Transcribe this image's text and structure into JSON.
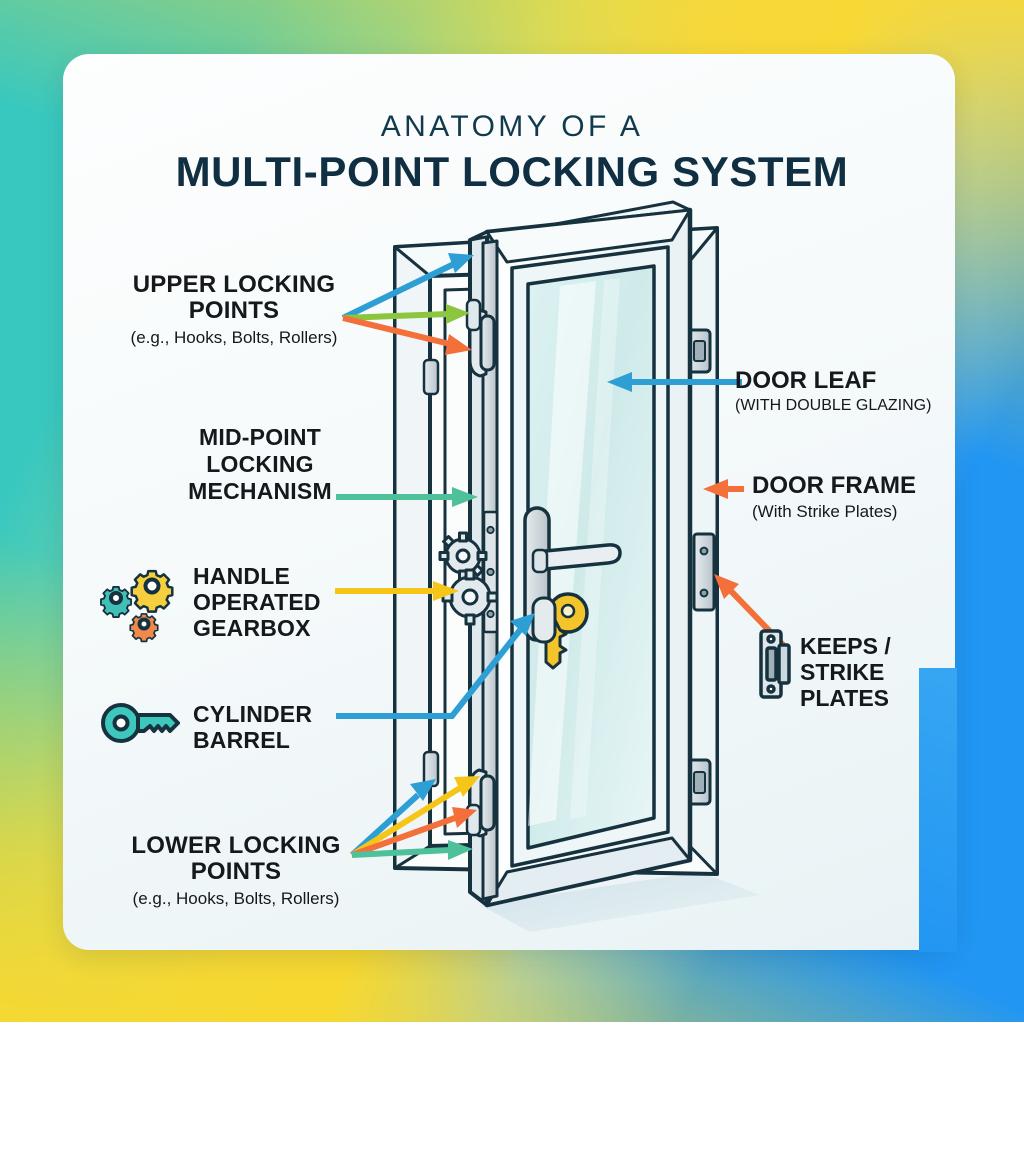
{
  "page": {
    "domain_type": "infographic-diagram",
    "title_line1": "ANATOMY OF A",
    "title_line2": "MULTI-POINT LOCKING SYSTEM"
  },
  "colors": {
    "ink": "#15181c",
    "title_ink": "#102f42",
    "arrow_blue": "#2e9fd4",
    "arrow_green": "#8cc63f",
    "arrow_orange": "#f4703a",
    "arrow_teal": "#4ec09a",
    "arrow_yellow": "#f5c518",
    "gear_yellow": "#f5cf3d",
    "gear_teal": "#3fbfb5",
    "gear_orange": "#f08a4b",
    "key_teal": "#3ec8bd",
    "key_gold": "#f3c52b",
    "bg_teal": "#39c8bf",
    "bg_yellow": "#f7d82f",
    "bg_blue": "#2196f3",
    "card": "#f3f8fa"
  },
  "labels": {
    "upper_locking": {
      "line1": "UPPER LOCKING",
      "line2": "POINTS",
      "sub": "(e.g., Hooks, Bolts, Rollers)"
    },
    "mid_point": {
      "line1": "MID-POINT",
      "line2": "LOCKING",
      "line3": "MECHANISM"
    },
    "gearbox": {
      "line1": "HANDLE",
      "line2": "OPERATED",
      "line3": "GEARBOX",
      "icon": "gears-icon"
    },
    "cylinder": {
      "line1": "CYLINDER",
      "line2": "BARREL",
      "icon": "key-icon"
    },
    "lower_locking": {
      "line1": "LOWER LOCKING",
      "line2": "POINTS",
      "sub": "(e.g., Hooks, Bolts, Rollers)"
    },
    "door_leaf": {
      "line1": "DOOR LEAF",
      "sub": "(WITH DOUBLE GLAZING)"
    },
    "door_frame": {
      "line1": "DOOR FRAME",
      "sub": "(With Strike Plates)"
    },
    "keeps": {
      "line1": "KEEPS /",
      "line2": "STRIKE",
      "line3": "PLATES",
      "icon": "strike-plate-icon"
    }
  },
  "illustration": {
    "name": "open-door-multipoint-lock",
    "parts": [
      "door-frame",
      "door-leaf",
      "double-glazed-pane",
      "lever-handle",
      "gearbox-faceplate",
      "cylinder-key",
      "upper-hook-bolt",
      "lower-hook-bolt",
      "keep-strike-plate-upper",
      "keep-strike-plate-lower"
    ]
  },
  "arrows": [
    {
      "name": "arrow-upper-blue",
      "color": "#2e9fd4",
      "from": "upper_locking",
      "to": "top-frame-keep"
    },
    {
      "name": "arrow-upper-green",
      "color": "#8cc63f",
      "from": "upper_locking",
      "to": "upper-shootbolt"
    },
    {
      "name": "arrow-upper-orange",
      "color": "#f4703a",
      "from": "upper_locking",
      "to": "upper-hook"
    },
    {
      "name": "arrow-mid-teal",
      "color": "#4ec09a",
      "from": "mid_point",
      "to": "center-gearbox-faceplate"
    },
    {
      "name": "arrow-gearbox-yellow",
      "color": "#f5c518",
      "from": "gearbox",
      "to": "gear-cluster"
    },
    {
      "name": "arrow-cylinder-blue",
      "color": "#2e9fd4",
      "from": "cylinder",
      "to": "key-cylinder"
    },
    {
      "name": "arrow-lower-blue",
      "color": "#2e9fd4",
      "from": "lower_locking",
      "to": "lower-keep"
    },
    {
      "name": "arrow-lower-yellow",
      "color": "#f5c518",
      "from": "lower_locking",
      "to": "lower-roller"
    },
    {
      "name": "arrow-lower-orange",
      "color": "#f4703a",
      "from": "lower_locking",
      "to": "lower-hook"
    },
    {
      "name": "arrow-lower-green",
      "color": "#4ec09a",
      "from": "lower_locking",
      "to": "lower-bolt"
    },
    {
      "name": "arrow-leaf-blue",
      "color": "#2e9fd4",
      "from": "door_leaf",
      "to": "glass-pane"
    },
    {
      "name": "arrow-frame-orange-upper",
      "color": "#f4703a",
      "from": "door_frame",
      "to": "frame-stile"
    },
    {
      "name": "arrow-keeps-orange",
      "color": "#f4703a",
      "from": "keeps",
      "to": "frame-keep-plate"
    }
  ]
}
